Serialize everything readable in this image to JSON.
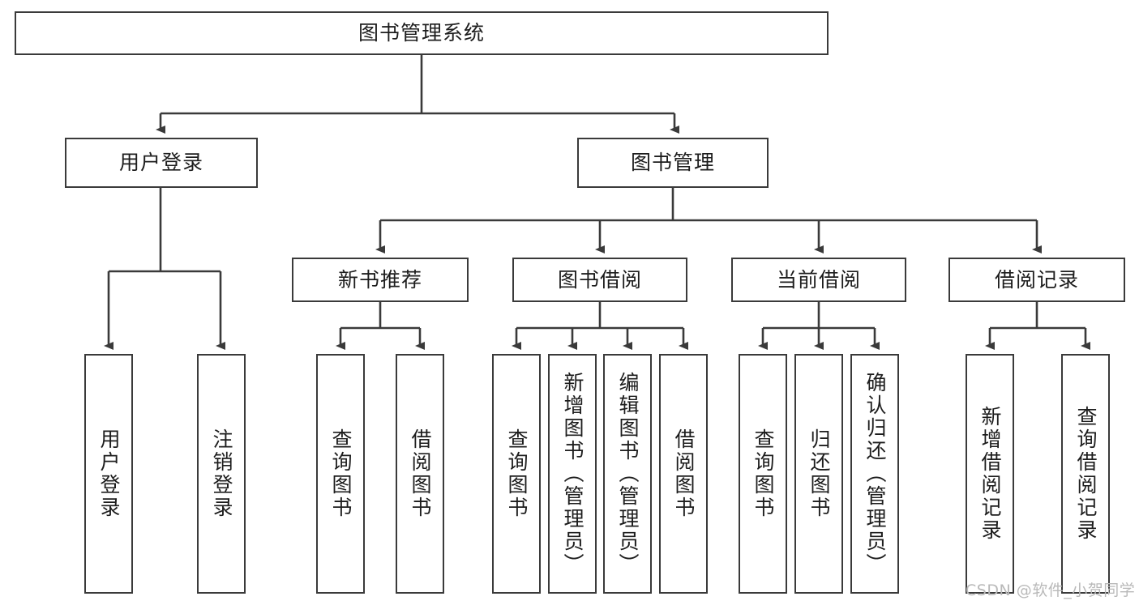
{
  "diagram": {
    "title": "图书管理系统",
    "type": "tree-hierarchy",
    "watermark": "CSDN @软件_小贺同学",
    "colors": {
      "background": "#ffffff",
      "node_border": "#3a3a3a",
      "node_fill": "#ffffff",
      "text": "#1d1d1d",
      "edge": "#3a3a3a",
      "watermark": "#b9b9b9"
    },
    "nodes": {
      "root": {
        "label": "图书管理系统"
      },
      "level2": [
        {
          "id": "user-login",
          "label": "用户登录"
        },
        {
          "id": "book-manage",
          "label": "图书管理"
        }
      ],
      "level3": [
        {
          "id": "new-book-recommend",
          "label": "新书推荐"
        },
        {
          "id": "book-borrow",
          "label": "图书借阅"
        },
        {
          "id": "current-borrow",
          "label": "当前借阅"
        },
        {
          "id": "borrow-record",
          "label": "借阅记录"
        }
      ],
      "leaves": {
        "user-login": [
          {
            "id": "leaf-user-login",
            "label": "用户登录"
          },
          {
            "id": "leaf-user-logout",
            "label": "注销登录"
          }
        ],
        "new-book-recommend": [
          {
            "id": "leaf-query-book-1",
            "label": "查询图书"
          },
          {
            "id": "leaf-borrow-book-1",
            "label": "借阅图书"
          }
        ],
        "book-borrow": [
          {
            "id": "leaf-query-book-2",
            "label": "查询图书"
          },
          {
            "id": "leaf-add-book",
            "label": "新增图书（管理员）"
          },
          {
            "id": "leaf-edit-book",
            "label": "编辑图书（管理员）"
          },
          {
            "id": "leaf-borrow-book-2",
            "label": "借阅图书"
          }
        ],
        "current-borrow": [
          {
            "id": "leaf-query-book-3",
            "label": "查询图书"
          },
          {
            "id": "leaf-return-book",
            "label": "归还图书"
          },
          {
            "id": "leaf-confirm-return",
            "label": "确认归还（管理员）"
          }
        ],
        "borrow-record": [
          {
            "id": "leaf-add-record",
            "label": "新增借阅记录"
          },
          {
            "id": "leaf-query-record",
            "label": "查询借阅记录"
          }
        ]
      }
    }
  }
}
